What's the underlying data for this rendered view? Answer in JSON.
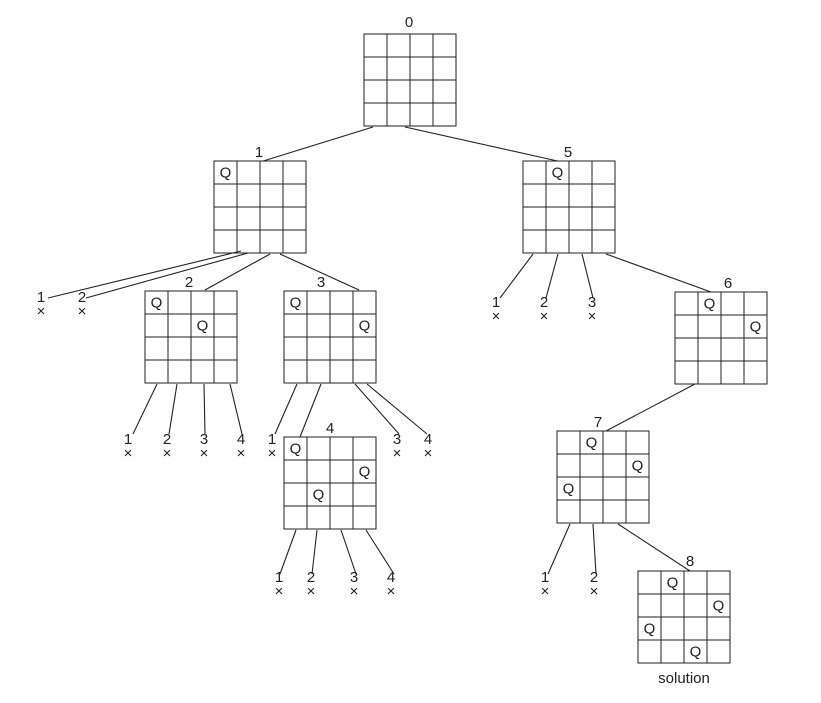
{
  "diagram": {
    "colors": {
      "line": "#222222",
      "background": "#ffffff"
    },
    "board_size": 4,
    "queen_glyph": "Q",
    "cross_glyph": "×",
    "nodes": [
      {
        "id": "n0",
        "label": "0",
        "queens": []
      },
      {
        "id": "n1",
        "label": "1",
        "queens": [
          [
            0,
            0
          ]
        ]
      },
      {
        "id": "n2",
        "label": "2",
        "queens": [
          [
            0,
            0
          ],
          [
            1,
            2
          ]
        ]
      },
      {
        "id": "n3",
        "label": "3",
        "queens": [
          [
            0,
            0
          ],
          [
            1,
            3
          ]
        ]
      },
      {
        "id": "n4",
        "label": "4",
        "queens": [
          [
            0,
            0
          ],
          [
            1,
            3
          ],
          [
            2,
            1
          ]
        ]
      },
      {
        "id": "n5",
        "label": "5",
        "queens": [
          [
            0,
            1
          ]
        ]
      },
      {
        "id": "n6",
        "label": "6",
        "queens": [
          [
            0,
            1
          ],
          [
            1,
            3
          ]
        ]
      },
      {
        "id": "n7",
        "label": "7",
        "queens": [
          [
            0,
            1
          ],
          [
            1,
            3
          ],
          [
            2,
            0
          ]
        ]
      },
      {
        "id": "n8",
        "label": "8",
        "queens": [
          [
            0,
            1
          ],
          [
            1,
            3
          ],
          [
            2,
            0
          ],
          [
            3,
            2
          ]
        ],
        "caption": "solution"
      }
    ],
    "dead_ends": [
      {
        "parent": "n1",
        "label": "1"
      },
      {
        "parent": "n1",
        "label": "2"
      },
      {
        "parent": "n2",
        "label": "1"
      },
      {
        "parent": "n2",
        "label": "2"
      },
      {
        "parent": "n2",
        "label": "3"
      },
      {
        "parent": "n2",
        "label": "4"
      },
      {
        "parent": "n3",
        "label": "1"
      },
      {
        "parent": "n3",
        "label": "3"
      },
      {
        "parent": "n3",
        "label": "4"
      },
      {
        "parent": "n4",
        "label": "1"
      },
      {
        "parent": "n4",
        "label": "2"
      },
      {
        "parent": "n4",
        "label": "3"
      },
      {
        "parent": "n4",
        "label": "4"
      },
      {
        "parent": "n5",
        "label": "1"
      },
      {
        "parent": "n5",
        "label": "2"
      },
      {
        "parent": "n5",
        "label": "3"
      },
      {
        "parent": "n7",
        "label": "1"
      },
      {
        "parent": "n7",
        "label": "2"
      }
    ],
    "edges": [
      [
        "n0",
        "n1"
      ],
      [
        "n0",
        "n5"
      ],
      [
        "n1",
        "n2"
      ],
      [
        "n1",
        "n3"
      ],
      [
        "n3",
        "n4"
      ],
      [
        "n5",
        "n6"
      ],
      [
        "n6",
        "n7"
      ],
      [
        "n7",
        "n8"
      ]
    ]
  }
}
